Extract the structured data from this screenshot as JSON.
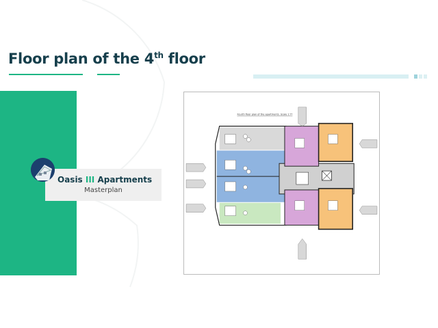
{
  "slide": {
    "title": "Floor plan of the 4",
    "title_sup": "th",
    "title_tail": " floor"
  },
  "card": {
    "name_part1": "Oasis ",
    "name_highlight": "III",
    "name_part2": " Apartments",
    "subtitle": "Masterplan"
  },
  "floor_plan": {
    "caption": "Fourth floor plan of the apartments. Scale 1:??"
  },
  "colors": {
    "accent": "#1db584",
    "title": "#163f4c",
    "room_blue": "#8fb4e0",
    "room_purple": "#d7a6d9",
    "room_orange": "#f7c27a",
    "room_green": "#c9e8c0",
    "room_gray": "#d9d9d9"
  }
}
